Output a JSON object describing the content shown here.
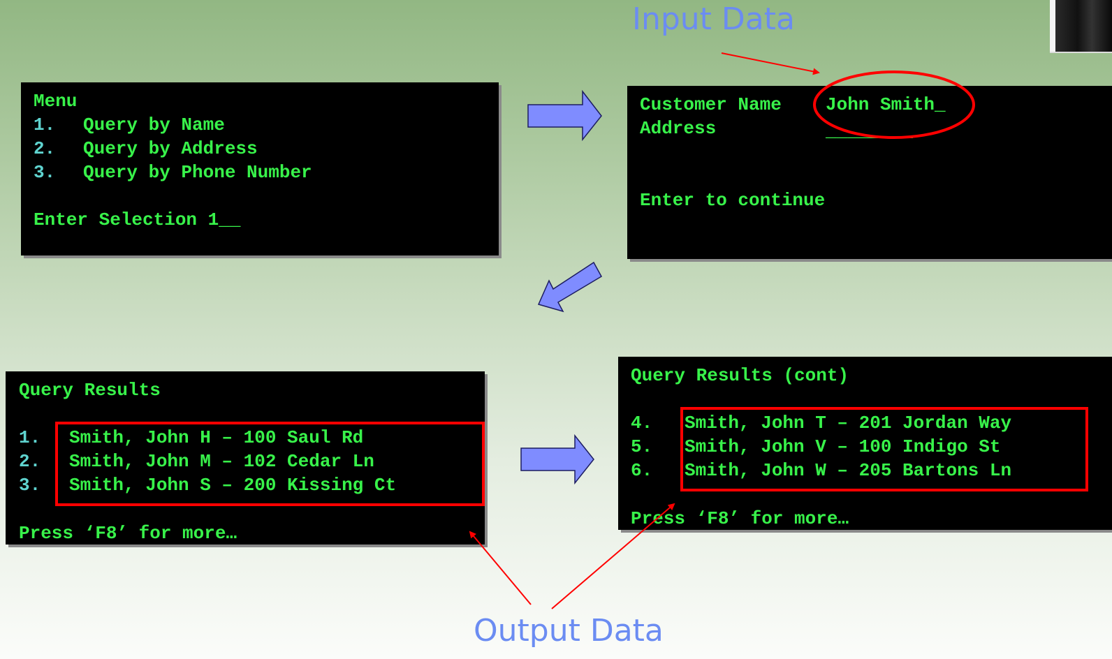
{
  "captions": {
    "input": "Input Data",
    "output": "Output Data"
  },
  "menu_screen": {
    "title": "Menu",
    "items": [
      {
        "num": "1.",
        "label": "Query by Name"
      },
      {
        "num": "2.",
        "label": "Query by Address"
      },
      {
        "num": "3.",
        "label": "Query by Phone Number"
      }
    ],
    "prompt": "Enter Selection 1__"
  },
  "customer_screen": {
    "name_label": "Customer Name",
    "name_value": "John Smith_",
    "address_label": "Address",
    "address_value": "________",
    "prompt": "Enter to continue"
  },
  "results_screen_1": {
    "title": "Query Results",
    "rows": [
      {
        "num": "1.",
        "text": "Smith, John H – 100 Saul Rd"
      },
      {
        "num": "2.",
        "text": "Smith, John M – 102 Cedar Ln"
      },
      {
        "num": "3.",
        "text": "Smith, John S – 200 Kissing Ct"
      }
    ],
    "footer": "Press ‘F8’ for more…"
  },
  "results_screen_2": {
    "title": "Query Results (cont)",
    "rows": [
      {
        "num": "4.",
        "text": "Smith, John T – 201 Jordan Way"
      },
      {
        "num": "5.",
        "text": "Smith, John V – 100 Indigo St"
      },
      {
        "num": "6.",
        "text": "Smith, John W – 205 Bartons Ln"
      }
    ],
    "footer": "Press ‘F8’ for more…"
  },
  "colors": {
    "terminal_bg": "#000000",
    "terminal_text": "#38f24a",
    "number_text": "#5fd3cf",
    "caption": "#6b8cf2",
    "highlight": "#ff0000",
    "flow_arrow": "#7f8cff"
  }
}
